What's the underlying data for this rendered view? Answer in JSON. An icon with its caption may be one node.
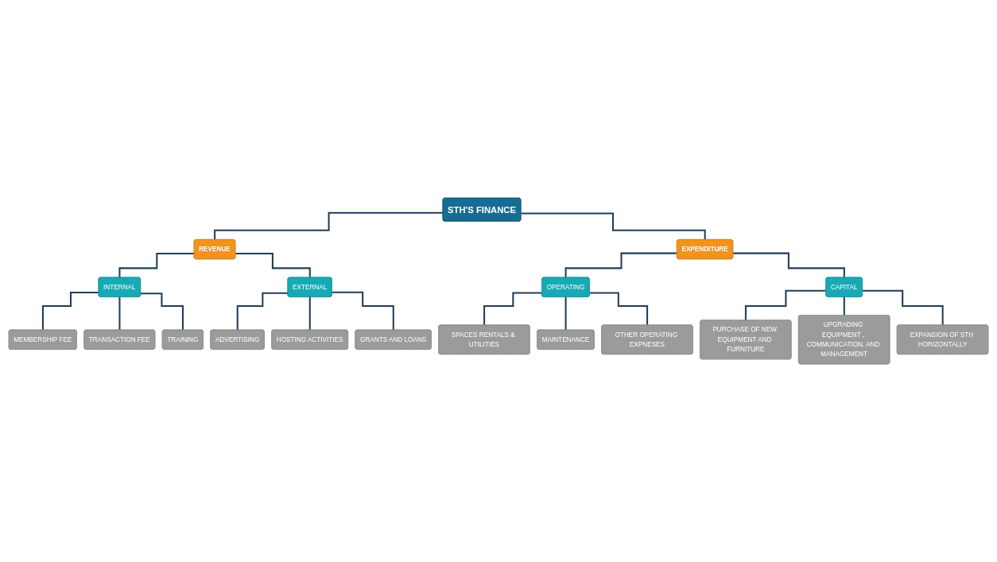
{
  "diagram": {
    "nodes": [
      {
        "text": [
          "STH'S FINANCE"
        ]
      },
      {
        "text": [
          "REVENUE"
        ]
      },
      {
        "text": [
          "EXPENDITURE"
        ]
      },
      {
        "text": [
          "INTERNAL"
        ]
      },
      {
        "text": [
          "EXTERNAL"
        ]
      },
      {
        "text": [
          "OPERATING"
        ]
      },
      {
        "text": [
          "CAPITAL"
        ]
      },
      {
        "text": [
          "MEMBERSHIP FEE"
        ]
      },
      {
        "text": [
          "TRANSACTION FEE"
        ]
      },
      {
        "text": [
          "TRAINING"
        ]
      },
      {
        "text": [
          "ADVERTISING"
        ]
      },
      {
        "text": [
          "HOSTING ACTIVITIES"
        ]
      },
      {
        "text": [
          "GRANTS AND LOANS"
        ]
      },
      {
        "text": [
          "SPACES RENTALS & UTILITIES"
        ]
      },
      {
        "text": [
          "MAINTENANCE"
        ]
      },
      {
        "text": [
          "OTHER OPERATING EXPNESES"
        ]
      },
      {
        "text": [
          "PURCHASE OF NEW EQUIPMENT AND FURNITURE"
        ]
      },
      {
        "text": [
          "UPGRADING EQUIPMENT , COMMUNICATION. AND MANAGEMENT"
        ]
      },
      {
        "text": [
          "EXPANSION OF STH HORIZONTALLY"
        ]
      }
    ],
    "edges": [
      {
        "from": 0,
        "to": 1,
        "arrow": "none"
      },
      {
        "from": 0,
        "to": 2,
        "arrow": "none"
      },
      {
        "from": 1,
        "to": 3,
        "arrow": "none"
      },
      {
        "from": 1,
        "to": 4,
        "arrow": "none"
      },
      {
        "from": 2,
        "to": 5,
        "arrow": "none"
      },
      {
        "from": 2,
        "to": 6,
        "arrow": "none"
      },
      {
        "from": 3,
        "to": 7,
        "arrow": "none"
      },
      {
        "from": 3,
        "to": 8,
        "arrow": "none"
      },
      {
        "from": 3,
        "to": 9,
        "arrow": "none"
      },
      {
        "from": 4,
        "to": 10,
        "arrow": "none"
      },
      {
        "from": 4,
        "to": 11,
        "arrow": "none"
      },
      {
        "from": 4,
        "to": 12,
        "arrow": "none"
      },
      {
        "from": 5,
        "to": 13,
        "arrow": "none"
      },
      {
        "from": 5,
        "to": 14,
        "arrow": "none"
      },
      {
        "from": 5,
        "to": 15,
        "arrow": "none"
      },
      {
        "from": 6,
        "to": 16,
        "arrow": "none"
      },
      {
        "from": 6,
        "to": 17,
        "arrow": "none"
      },
      {
        "from": 6,
        "to": 18,
        "arrow": "none"
      }
    ]
  }
}
